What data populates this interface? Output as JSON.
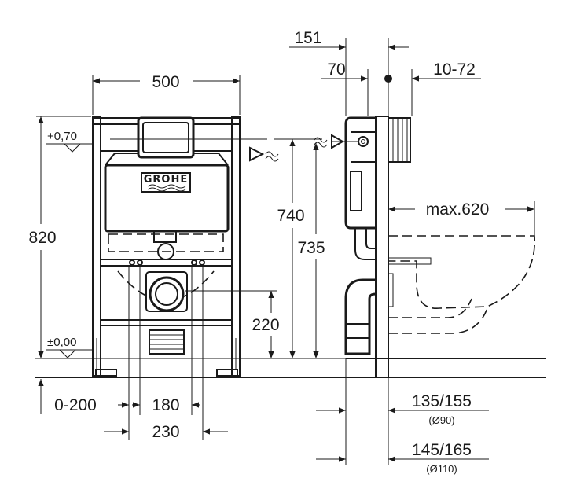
{
  "brand": "GROHE",
  "dimensions": {
    "frame_width": "500",
    "total_height": "820",
    "upper_level": "+0,70",
    "floor_level": "±0,00",
    "supply_height": "740",
    "flush_height": "735",
    "outlet_height": "220",
    "foot_adjust": "0-200",
    "fixing_spacing": "180",
    "outlet_spacing": "230",
    "depth_total": "151",
    "depth_cistern": "70",
    "wall_adjust": "10-72",
    "bowl_projection": "max.620",
    "drain_small": "135/155",
    "drain_small_dia": "(Ø90)",
    "drain_large": "145/165",
    "drain_large_dia": "(Ø110)"
  }
}
